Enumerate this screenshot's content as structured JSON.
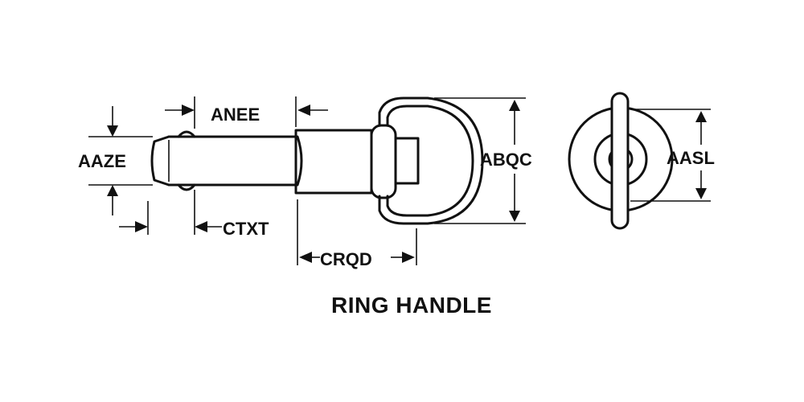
{
  "caption": "RING HANDLE",
  "labels": {
    "aaze": "AAZE",
    "anee": "ANEE",
    "ctxt": "CTXT",
    "crqd": "CRQD",
    "abqc": "ABQC",
    "aasl": "AASL"
  },
  "colors": {
    "line": "#111111",
    "background": "#ffffff"
  }
}
